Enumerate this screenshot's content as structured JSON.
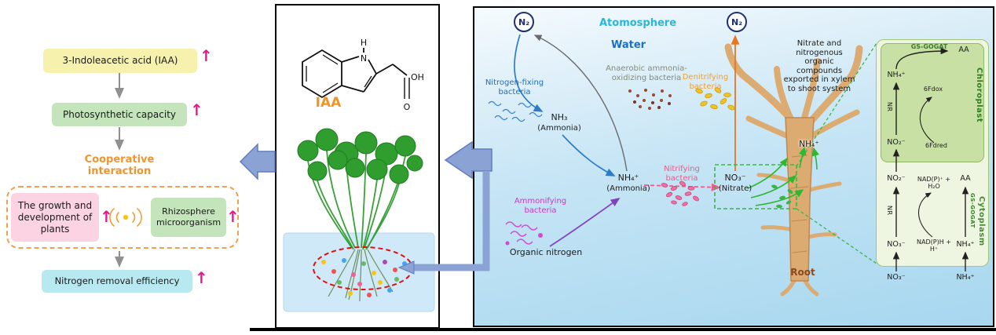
{
  "figure": {
    "left_flowchart": {
      "up_arrow": "↑",
      "box_iaa": "3-Indoleacetic acid (IAA)",
      "box_photosynthetic": "Photosynthetic capacity",
      "cooperative": "Cooperative interaction",
      "box_growth": "The growth and development of plants",
      "box_rhizosphere": "Rhizosphere microorganism",
      "box_nitrogen_removal": "Nitrogen removal efficiency"
    },
    "middle_panel": {
      "iaa_label": "IAA",
      "chem": {
        "h": "H",
        "n": "N",
        "oh": "OH",
        "o": "O"
      }
    },
    "right_panel": {
      "n2_left": "N₂",
      "n2_right": "N₂",
      "atmosphere": "Atomosphere",
      "water": "Water",
      "nitrogen_fixing": "Nitrogen-fixing bacteria",
      "anaerobic": "Anaerobic ammonia-oxidizing bacteria",
      "denitrifying": "Denitrifying bacteria",
      "nh3": "NH₃",
      "nh3_sub": "(Ammonia)",
      "nh4": "NH₄⁺",
      "nh4_sub": "(Ammonia)",
      "nitrifying": "Nitrifying bacteria",
      "no3": "NO₃⁻",
      "no3_sub": "(Nitrate)",
      "ammonifying": "Ammonifying bacteria",
      "organic_nitrogen": "Organic nitrogen",
      "xylem_note": "Nitrate and nitrogenous organic compounds exported in xylem to shoot system",
      "root": "Root",
      "root_nh4": "NH₄⁺"
    },
    "cell_panel": {
      "chloroplast": "Chloroplast",
      "cytoplasm": "Cytoplasm",
      "gs_gogat_chl": "GS-GOGAT",
      "aa_chl": "AA",
      "nh4_chl": "NH₄⁺",
      "fdox": "6Fdox",
      "fdred": "6Fdred",
      "nr_chl": "NR",
      "no2_chl": "NO₂⁻",
      "no2_cyt": "NO₂⁻",
      "nadp_ox": "NAD(P)⁺ + H₂O",
      "nadp_red": "NAD(P)H + H⁺",
      "nr_cyt": "NR",
      "aa_cyt": "AA",
      "gs_gogat_cyt": "GS-GOGAT",
      "no3_cyt": "NO₃⁻",
      "nh4_cyt": "NH₄⁺",
      "no3_water": "NO₃⁻",
      "nh4_water": "NH₄⁺"
    },
    "colors": {
      "pink_arrow": "#e8168c",
      "box_yellow": "#f6f2ae",
      "box_green": "#c4e4bb",
      "box_pink": "#fbd3e2",
      "box_cyan": "#b9e9f0",
      "cooperative_orange": "#f0952e",
      "iaa_orange": "#f09428",
      "atmosphere_cyan": "#29b6d8",
      "water_blue": "#1a6fc4",
      "denitrifying_orange": "#f0a030",
      "nitrifying_pink": "#e85d8a",
      "ammonifying_magenta": "#c23cc2",
      "uptake_green": "#2eb82e",
      "root_brown": "#a0622d",
      "panel_arrow_blue": "#8ba3d4"
    }
  }
}
